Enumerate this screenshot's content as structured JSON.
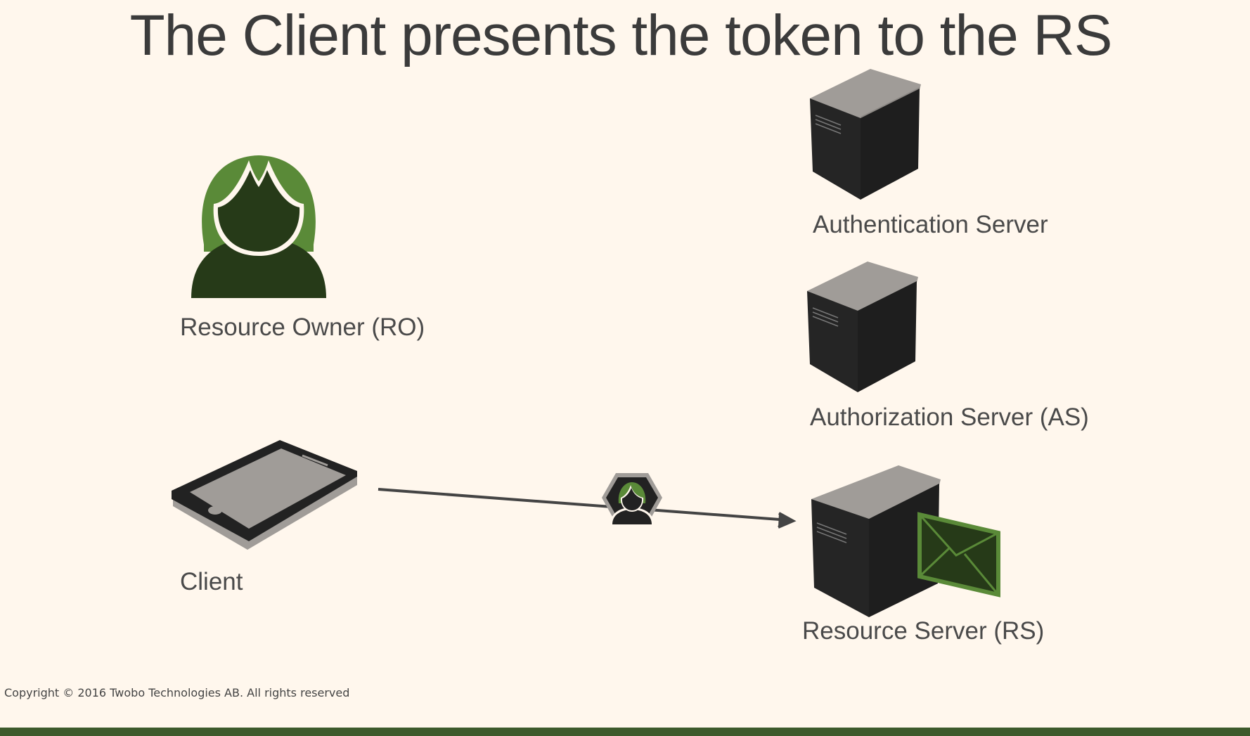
{
  "title": "The Client presents the token to the RS",
  "actors": {
    "resource_owner": {
      "label": "Resource Owner (RO)",
      "icon": "person-icon"
    },
    "client": {
      "label": "Client",
      "icon": "tablet-icon"
    },
    "authentication_server": {
      "label": "Authentication Server",
      "icon": "server-icon"
    },
    "authorization_server": {
      "label": "Authorization Server (AS)",
      "icon": "server-icon"
    },
    "resource_server": {
      "label": "Resource Server (RS)",
      "icon": "server-with-envelope-icon"
    }
  },
  "flows": [
    {
      "from": "Client",
      "to": "Resource Server (RS)",
      "carries": "token-icon"
    }
  ],
  "footer": {
    "copyright": "Copyright © 2016 Twobo Technologies AB. All rights reserved"
  },
  "colors": {
    "background": "#fff7ed",
    "person_green": "#5a8a38",
    "person_dark": "#263a18",
    "server_top": "#a09c98",
    "server_body": "#252525",
    "footer_bar": "#3d5a2c"
  }
}
